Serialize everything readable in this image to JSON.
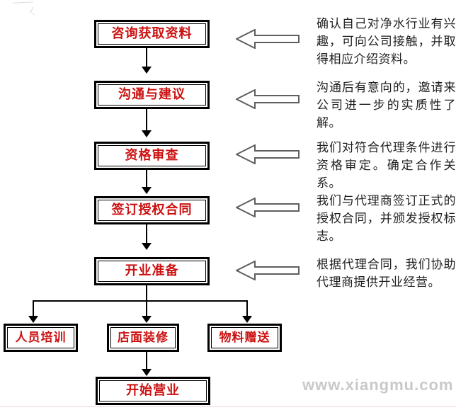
{
  "flowchart": {
    "steps": [
      {
        "label": "咨询获取资料",
        "note": "确认自己对净水行业有兴趣，可向公司接触，并取得相应介绍资料。"
      },
      {
        "label": "沟通与建议",
        "note": "沟通后有意向的，邀请来公司进一步的实质性了解。"
      },
      {
        "label": "资格审查",
        "note": "我们对符合代理条件进行资格审定。确定合作关系。"
      },
      {
        "label": "签订授权合同",
        "note": "我们与代理商签订正式的授权合同，并颁发授权标志。"
      },
      {
        "label": "开业准备",
        "note": "根据代理合同，我们协助代理商提供开业经营。"
      }
    ],
    "branches": [
      {
        "label": "人员培训"
      },
      {
        "label": "店面装修"
      },
      {
        "label": "物料赠送"
      }
    ],
    "final_step": {
      "label": "开始营业"
    }
  },
  "watermark": {
    "text": "www.xiangmu.com"
  },
  "icons": {
    "down_arrow": "solid black triangle arrowhead on thin line",
    "callout_arrow": "hollow left-pointing block arrow"
  },
  "colors": {
    "box_border": "#000000",
    "box_label": "#cc1111",
    "note_text": "#1f1f1f",
    "flow_arrow": "#000000",
    "callout_arrow_outline": "#5f5f5f",
    "watermark": "#c9c9c9"
  }
}
